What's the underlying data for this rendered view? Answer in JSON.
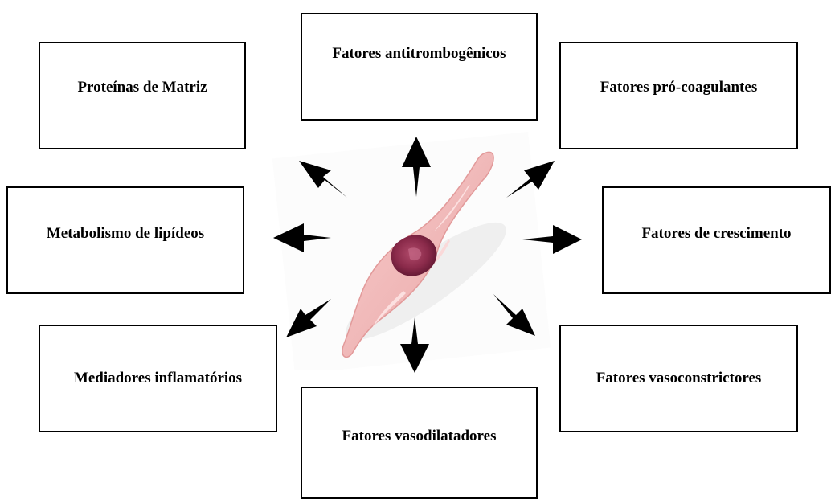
{
  "diagram": {
    "boxes": {
      "antitrombogenicos": "Fatores antitrombogênicos",
      "proteinas_matriz": "Proteínas de Matriz",
      "pro_coagulantes": "Fatores pró-coagulantes",
      "metabolismo_lipideos": "Metabolismo de lipídeos",
      "crescimento": "Fatores de crescimento",
      "mediadores_inflamatorios": "Mediadores inflamatórios",
      "vasoconstrictores": "Fatores vasoconstrictores",
      "vasodilatadores": "Fatores vasodilatadores"
    },
    "center_icon": "endothelial-cell-icon",
    "colors": {
      "cell_body": "#f3bcbc",
      "cell_highlight": "#fbdede",
      "nucleus": "#8a2a4a",
      "arrow": "#000000"
    }
  }
}
